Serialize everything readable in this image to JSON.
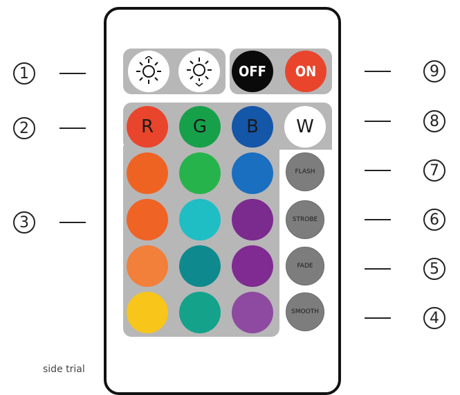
{
  "callouts": [
    "1",
    "2",
    "3",
    "4",
    "5",
    "6",
    "7",
    "8",
    "9"
  ],
  "power_buttons": {
    "off": "OFF",
    "on": "ON"
  },
  "brightness_icons": [
    "brightness-up-icon",
    "brightness-down-icon"
  ],
  "rgbw_buttons": [
    {
      "label": "R",
      "color": "#e8452c"
    },
    {
      "label": "G",
      "color": "#17a04a"
    },
    {
      "label": "B",
      "color": "#1456a8"
    },
    {
      "label": "W",
      "color": "#ffffff"
    }
  ],
  "color_grid": [
    [
      "#ef6322",
      "#27b34b",
      "#1a6fc0"
    ],
    [
      "#ef6325",
      "#1fbec4",
      "#7b2a8e"
    ],
    [
      "#f27f3a",
      "#0e8a8e",
      "#7f2b91"
    ],
    [
      "#f8c51b",
      "#14a28b",
      "#8e4aa0"
    ]
  ],
  "mode_buttons": [
    "FLASH",
    "STROBE",
    "FADE",
    "SMOOTH"
  ],
  "footer_text": "side trial"
}
